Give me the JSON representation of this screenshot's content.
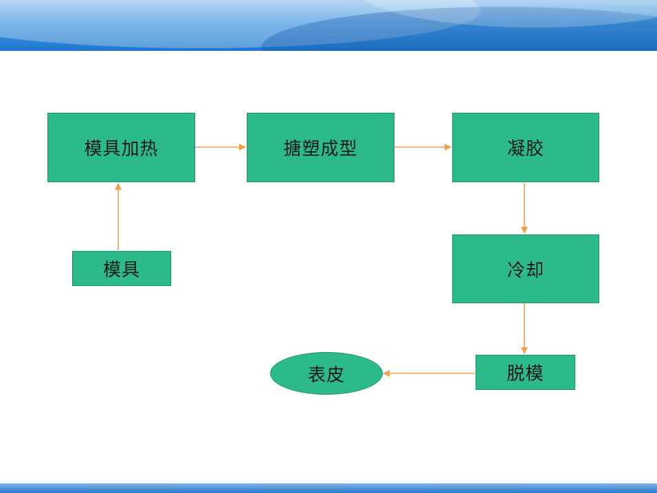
{
  "diagram": {
    "nodes": {
      "mold_heating": "模具加热",
      "slush_molding": "搪塑成型",
      "gelation": "凝胶",
      "mold": "模具",
      "cooling": "冷却",
      "demolding": "脱模",
      "skin": "表皮"
    },
    "edges": [
      {
        "from": "mold",
        "to": "mold_heating"
      },
      {
        "from": "mold_heating",
        "to": "slush_molding"
      },
      {
        "from": "slush_molding",
        "to": "gelation"
      },
      {
        "from": "gelation",
        "to": "cooling"
      },
      {
        "from": "cooling",
        "to": "demolding"
      },
      {
        "from": "demolding",
        "to": "skin"
      }
    ],
    "colors": {
      "node_fill": "#2dba8a",
      "node_border": "#1e8f69",
      "arrow": "#f0a04b",
      "header": "#1f77cf"
    }
  }
}
